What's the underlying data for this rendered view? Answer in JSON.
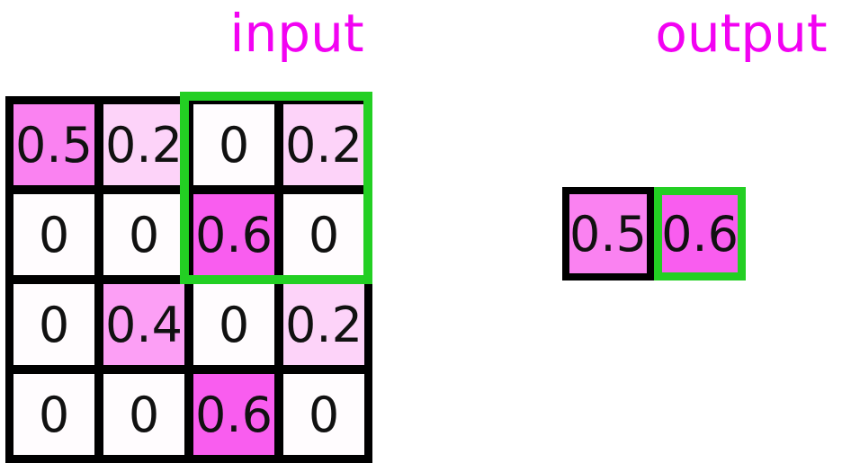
{
  "diagram": {
    "kind": "max-pooling-illustration",
    "input": {
      "title": "input",
      "grid_size": {
        "rows": 4,
        "cols": 4
      },
      "cells": [
        [
          "0.5",
          "0.2",
          "0",
          "0.2"
        ],
        [
          "0",
          "0",
          "0.6",
          "0"
        ],
        [
          "0",
          "0.4",
          "0",
          "0.2"
        ],
        [
          "0",
          "0",
          "0.6",
          "0"
        ]
      ],
      "highlight_window": {
        "row_start": 0,
        "col_start": 2,
        "row_span": 2,
        "col_span": 2
      }
    },
    "output": {
      "title": "output",
      "cells": [
        "0.5",
        "0.6"
      ],
      "highlight_index": 1
    },
    "colors": {
      "title_text": "#f202f2",
      "highlight_green": "#23cf23",
      "grid_line": "#000000",
      "value_fill": {
        "0": "#fffcfe",
        "0.2": "#fdd3f9",
        "0.4": "#fc9ff5",
        "0.5": "#fa82f1",
        "0.6": "#f95def"
      }
    }
  }
}
